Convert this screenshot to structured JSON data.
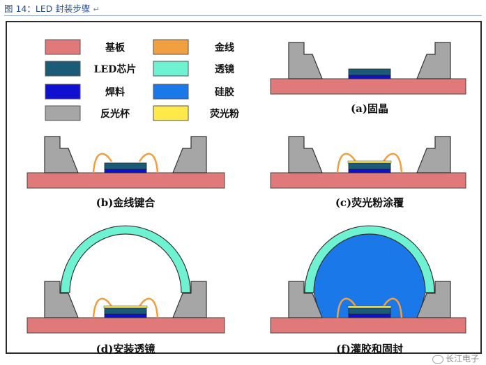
{
  "figure_title": "图 14：LED 封装步骤",
  "return_mark": "↵",
  "watermark": "长江电子",
  "colors": {
    "substrate": "#e07a7a",
    "chip": "#1a5c78",
    "solder": "#1010d0",
    "cup": "#a6a6a6",
    "wire": "#f0a040",
    "lens": "#6ff2d2",
    "silicone": "#1a78e8",
    "phosphor": "#ffe84a"
  },
  "legend": [
    {
      "key": "substrate",
      "label": "基板",
      "icon": "substrate-swatch"
    },
    {
      "key": "wire",
      "label": "金线",
      "icon": "gold-wire-swatch"
    },
    {
      "key": "chip",
      "label": "LED芯片",
      "icon": "led-chip-swatch"
    },
    {
      "key": "lens",
      "label": "透镜",
      "icon": "lens-swatch"
    },
    {
      "key": "solder",
      "label": "焊料",
      "icon": "solder-swatch"
    },
    {
      "key": "silicone",
      "label": "硅胶",
      "icon": "silicone-swatch"
    },
    {
      "key": "cup",
      "label": "反光杯",
      "icon": "reflector-cup-swatch"
    },
    {
      "key": "phosphor",
      "label": "荧光粉",
      "icon": "phosphor-swatch"
    }
  ],
  "steps": [
    {
      "id": "a",
      "label": "(a)固晶",
      "wires": false,
      "phosphor": false,
      "lens": false,
      "silicone": false
    },
    {
      "id": "b",
      "label": "(b)金线键合",
      "wires": true,
      "phosphor": false,
      "lens": false,
      "silicone": false
    },
    {
      "id": "c",
      "label": "(c)荧光粉涂覆",
      "wires": true,
      "phosphor": true,
      "lens": false,
      "silicone": false
    },
    {
      "id": "d",
      "label": "(d)安装透镜",
      "wires": true,
      "phosphor": true,
      "lens": true,
      "silicone": false
    },
    {
      "id": "f",
      "label": "(f)灌胶和固封",
      "wires": true,
      "phosphor": true,
      "lens": true,
      "silicone": true
    }
  ]
}
